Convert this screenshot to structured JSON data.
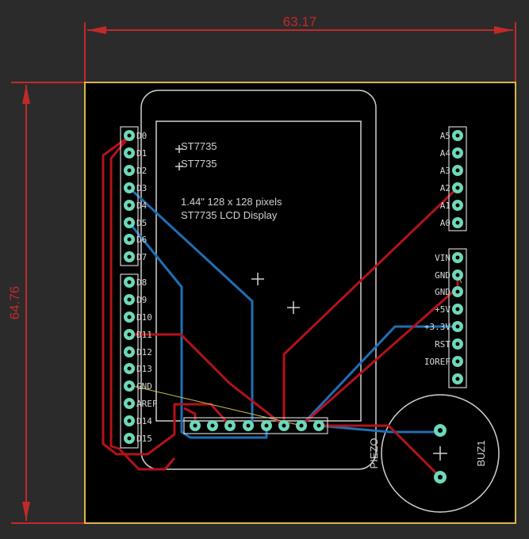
{
  "dimensions": {
    "width": "63.17",
    "height": "64.76"
  },
  "lcd": {
    "label_a": "ST7735",
    "label_b": "ST7735",
    "desc_line1": "1.44\" 128 x 128 pixels",
    "desc_line2": "ST7735 LCD Display"
  },
  "digital_header_top": [
    "D0",
    "D1",
    "D2",
    "D3",
    "D4",
    "D5",
    "D6",
    "D7"
  ],
  "digital_header_bottom": [
    "D8",
    "D9",
    "D10",
    "D11",
    "D12",
    "D13",
    "GND",
    "AREF",
    "D14",
    "D15"
  ],
  "analog_header": [
    "A5",
    "A4",
    "A3",
    "A2",
    "A1",
    "A0"
  ],
  "power_header": [
    "VIN",
    "GND",
    "GND",
    "+5V",
    "+3.3V",
    "RST",
    "IOREF",
    ""
  ],
  "buzzer": {
    "label_piezo": "PIEZO",
    "label_ref": "BUZ1"
  },
  "colors": {
    "background": "#2b2b2b",
    "board": "#000000",
    "board_outline": "#d9b54a",
    "dimension": "#c22a2a",
    "trace_top": "#b3121b",
    "trace_bottom": "#1f6fb5",
    "pad": "#6fd8b8",
    "silkscreen": "#d0d0d0"
  }
}
